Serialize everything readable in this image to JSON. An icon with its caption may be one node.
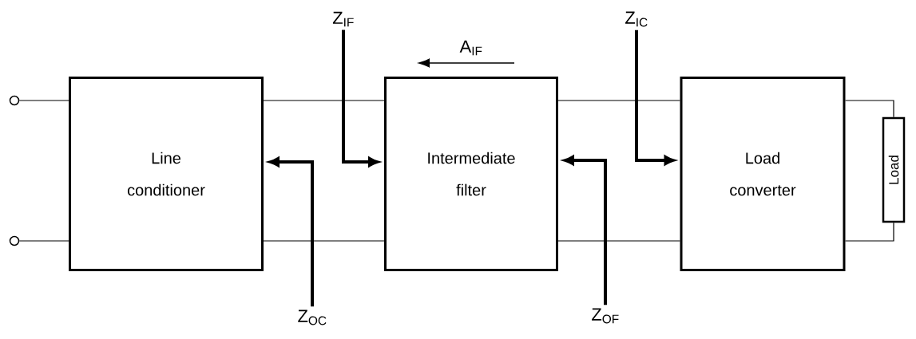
{
  "diagram": {
    "nodes": [
      {
        "text": [],
        "shape": "circle"
      },
      {
        "text": [],
        "shape": "circle"
      },
      {
        "text": [
          "Line conditioner"
        ]
      },
      {
        "text": [
          "Intermediate filter"
        ]
      },
      {
        "text": [
          "Load converter"
        ]
      },
      {
        "text": [
          "Load"
        ]
      },
      {
        "text": [
          "Z$_{IF}$"
        ]
      },
      {
        "text": [
          "Z$_{OC}$"
        ]
      },
      {
        "text": [
          "Z$_{IC}$"
        ]
      },
      {
        "text": [
          "Z$_{OF}$"
        ]
      }
    ],
    "edges": [
      {
        "from": 0,
        "to": 2,
        "arrow": "none"
      },
      {
        "from": 1,
        "to": 2,
        "arrow": "none"
      },
      {
        "from": 2,
        "to": 3,
        "arrow": "none"
      },
      {
        "from": 2,
        "to": 3,
        "arrow": "none"
      },
      {
        "from": 3,
        "to": 4,
        "arrow": "none"
      },
      {
        "from": 3,
        "to": 4,
        "arrow": "none"
      },
      {
        "from": 4,
        "to": 5,
        "arrow": "none"
      },
      {
        "from": 4,
        "to": 5,
        "arrow": "none"
      },
      {
        "from": 6,
        "to": 3,
        "arrow": "to",
        "style": "thick"
      },
      {
        "from": 7,
        "to": 2,
        "arrow": "to",
        "style": "thick"
      },
      {
        "from": 8,
        "to": 4,
        "arrow": "to",
        "style": "thick"
      },
      {
        "from": 9,
        "to": 3,
        "arrow": "to",
        "style": "thick"
      }
    ],
    "labels": [
      "A$_{IF}$"
    ]
  }
}
